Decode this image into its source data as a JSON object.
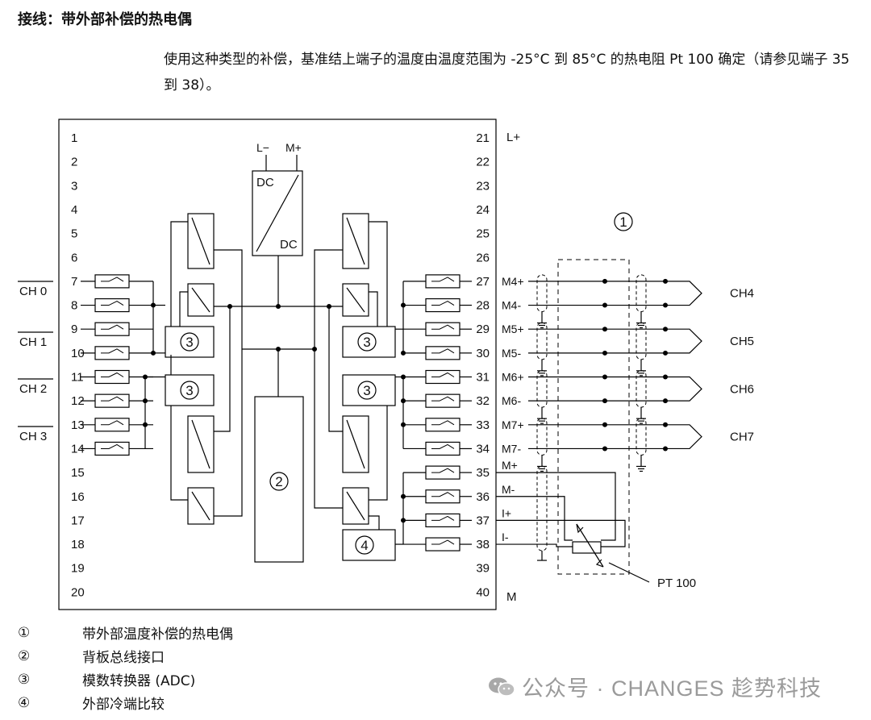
{
  "title": "接线：带外部补偿的热电偶",
  "description": "使用这种类型的补偿，基准结上端子的温度由温度范围为 -25°C 到 85°C 的热电阻 Pt 100 确定（请参见端子 35 到 38）。",
  "diagram": {
    "left_terminals": [
      "1",
      "2",
      "3",
      "4",
      "5",
      "6",
      "7",
      "8",
      "9",
      "10",
      "11",
      "12",
      "13",
      "14",
      "15",
      "16",
      "17",
      "18",
      "19",
      "20"
    ],
    "right_terminals": [
      "21",
      "22",
      "23",
      "24",
      "25",
      "26",
      "27",
      "28",
      "29",
      "30",
      "31",
      "32",
      "33",
      "34",
      "35",
      "36",
      "37",
      "38",
      "39",
      "40"
    ],
    "channels_left": [
      "CH 0",
      "CH 1",
      "CH 2",
      "CH 3"
    ],
    "channels_right": [
      "CH4",
      "CH5",
      "CH6",
      "CH7"
    ],
    "supply_top": "L+",
    "supply_bottom": "M",
    "dc_top": "DC",
    "dc_bottom": "DC",
    "l_minus": "L−",
    "m_plus": "M+",
    "wire_labels": [
      "M4+",
      "M4-",
      "M5+",
      "M5-",
      "M6+",
      "M6-",
      "M7+",
      "M7-"
    ],
    "rtd_labels": [
      "M+",
      "M-",
      "I+",
      "I-"
    ],
    "pt100": "PT 100",
    "marker_1": "①",
    "marker_2": "②",
    "marker_3": "③",
    "marker_4": "④"
  },
  "legend": [
    {
      "num": "①",
      "text": "带外部温度补偿的热电偶"
    },
    {
      "num": "②",
      "text": "背板总线接口"
    },
    {
      "num": "③",
      "text": "模数转换器 (ADC)"
    },
    {
      "num": "④",
      "text": "外部冷端比较"
    }
  ],
  "watermark": "公众号 · CHANGES 趁势科技"
}
